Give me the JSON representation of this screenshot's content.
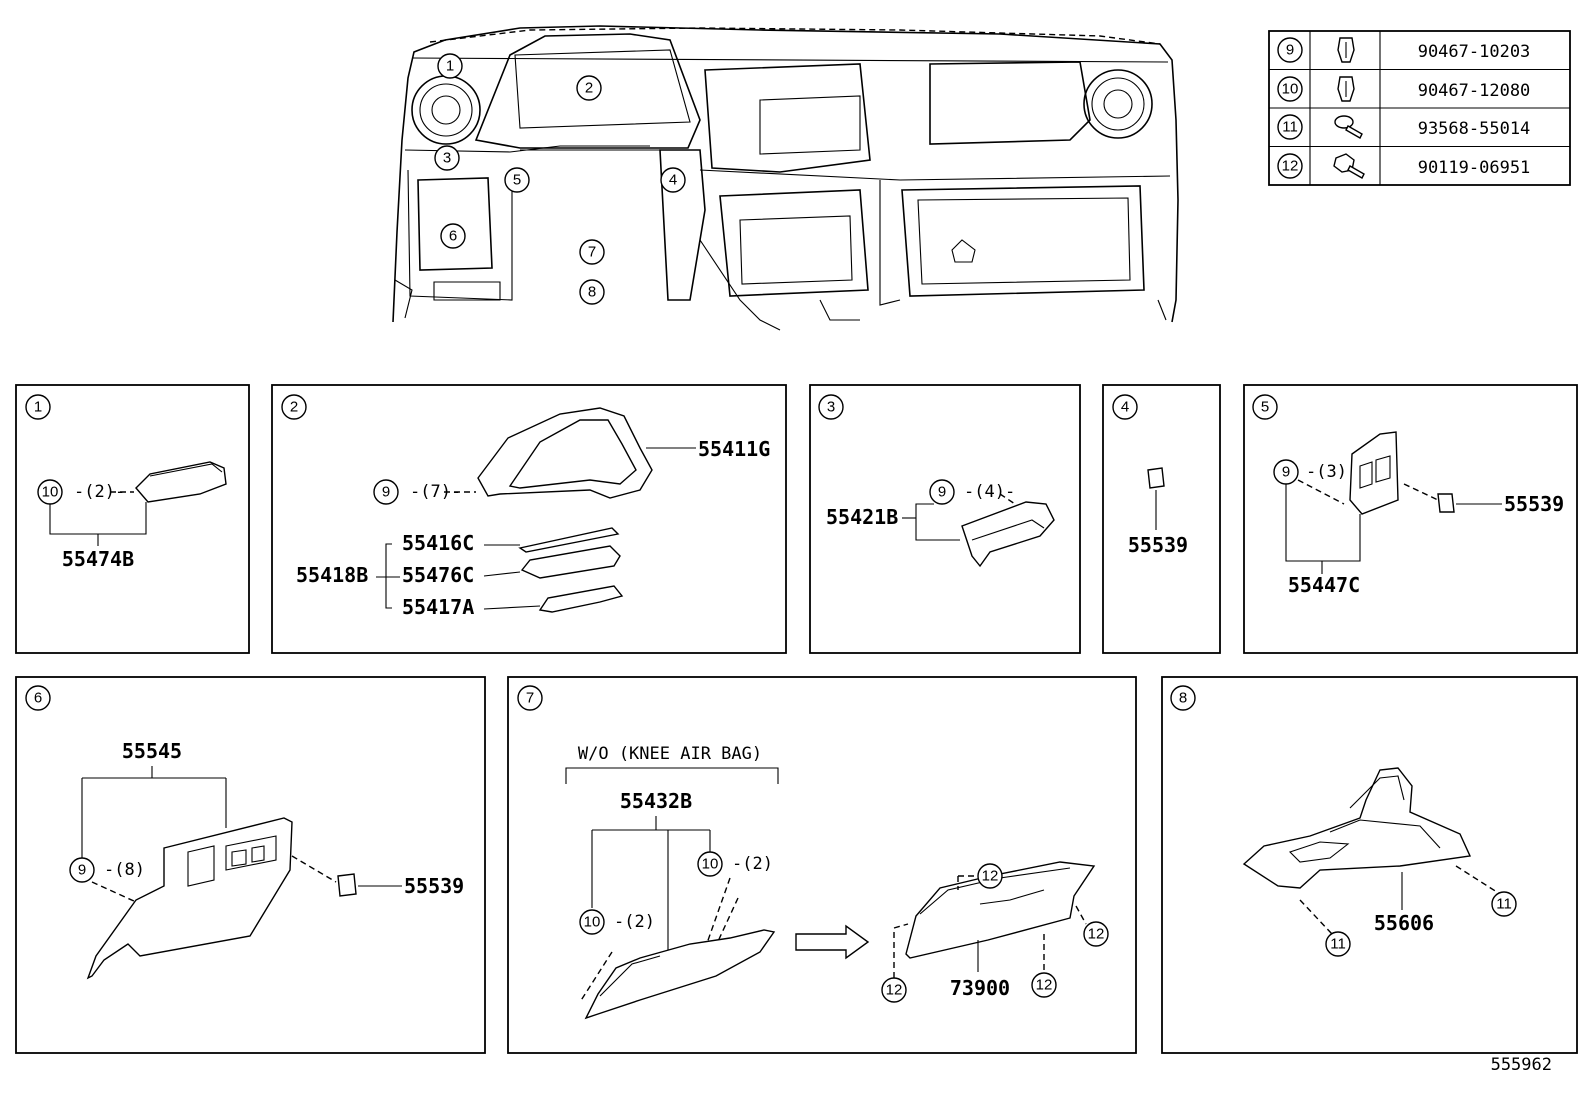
{
  "fastener_table": [
    {
      "index": "9",
      "part_no": "90467-10203",
      "icon": "clip-icon"
    },
    {
      "index": "10",
      "part_no": "90467-12080",
      "icon": "clip-icon"
    },
    {
      "index": "11",
      "part_no": "93568-55014",
      "icon": "screw-icon"
    },
    {
      "index": "12",
      "part_no": "90119-06951",
      "icon": "bolt-icon"
    }
  ],
  "overview_callouts": [
    "1",
    "2",
    "3",
    "4",
    "5",
    "6",
    "7",
    "8"
  ],
  "panels": {
    "p1": {
      "index": "1",
      "part": "55474B",
      "clip_ref": "10",
      "qty": "-(2)-"
    },
    "p2": {
      "index": "2",
      "main": "55411G",
      "clip_ref": "9",
      "qty": "-(7)-",
      "group": "55418B",
      "sub1": "55416C",
      "sub2": "55476C",
      "sub3": "55417A"
    },
    "p3": {
      "index": "3",
      "part": "55421B",
      "clip_ref": "9",
      "qty": "-(4)-"
    },
    "p4": {
      "index": "4",
      "part": "55539"
    },
    "p5": {
      "index": "5",
      "part": "55447C",
      "clip_ref": "9",
      "qty": "-(3)",
      "side_part": "55539"
    },
    "p6": {
      "index": "6",
      "part": "55545",
      "clip_ref": "9",
      "qty": "-(8)",
      "side_part": "55539"
    },
    "p7": {
      "index": "7",
      "note": "W/O (KNEE AIR BAG)",
      "part": "55432B",
      "clip_a": "10",
      "qty_a": "-(2)",
      "clip_b": "10",
      "qty_b": "-(2)",
      "assy": "73900",
      "bolt_ref": "12"
    },
    "p8": {
      "index": "8",
      "part": "55606",
      "screw_ref": "11"
    }
  },
  "diagram_id": "555962"
}
